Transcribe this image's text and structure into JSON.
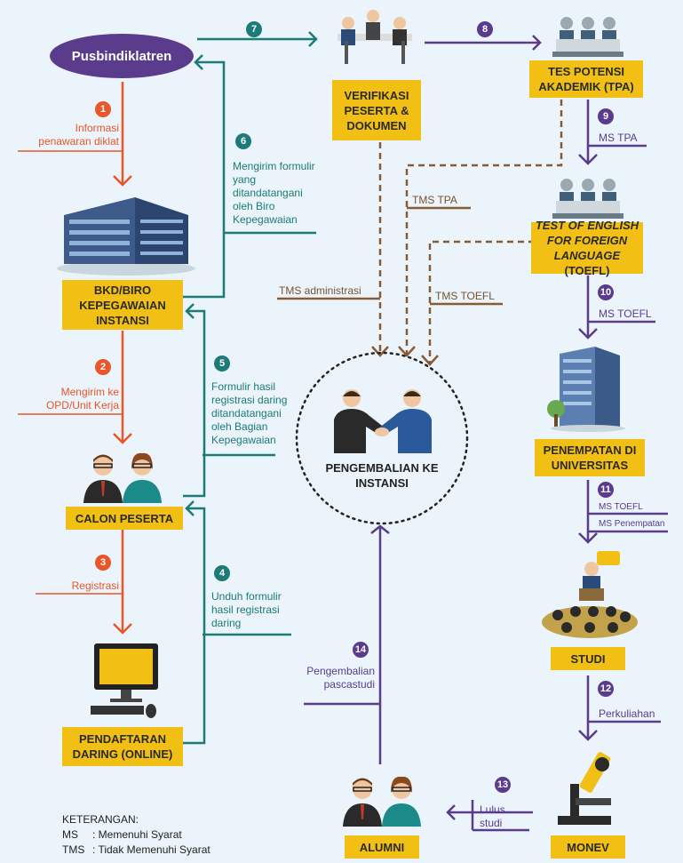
{
  "origin": "Pusbindiklatren",
  "boxes": {
    "bkd": "BKD/BIRO KEPEGAWAIAN INSTANSI",
    "calon": "CALON PESERTA",
    "daring": "PENDAFTARAN DARING (ONLINE)",
    "verif": "VERIFIKASI PESERTA & DOKUMEN",
    "tpa": "TES POTENSI AKADEMIK (TPA)",
    "toefl_italic": "TEST OF ENGLISH FOR FOREIGN LANGUAGE",
    "toefl_suffix": "(TOEFL)",
    "penempatan": "PENEMPATAN DI UNIVERSITAS",
    "studi": "STUDI",
    "monev": "MONEV",
    "alumni": "ALUMNI",
    "center": "PENGEMBALIAN KE INSTANSI"
  },
  "steps": [
    {
      "n": "1",
      "text": "Informasi penawaran diklat"
    },
    {
      "n": "2",
      "text": "Mengirim ke OPD/Unit Kerja"
    },
    {
      "n": "3",
      "text": "Registrasi"
    },
    {
      "n": "4",
      "text": "Unduh formulir hasil registrasi daring"
    },
    {
      "n": "5",
      "text": "Formulir hasil registrasi daring ditandatangani oleh Bagian Kepegawaian"
    },
    {
      "n": "6",
      "text": "Mengirim formulir yang ditandatangani oleh Biro Kepegawaian"
    },
    {
      "n": "7",
      "text": ""
    },
    {
      "n": "8",
      "text": ""
    },
    {
      "n": "9",
      "text": "MS TPA"
    },
    {
      "n": "10",
      "text": "MS TOEFL"
    },
    {
      "n": "11",
      "text": "MS TOEFL",
      "text2": "MS Penempatan"
    },
    {
      "n": "12",
      "text": "Perkuliahan"
    },
    {
      "n": "13",
      "text": "Lulus studi"
    },
    {
      "n": "14",
      "text": "Pengembalian pascastudi"
    }
  ],
  "tms": {
    "admin": "TMS administrasi",
    "tpa": "TMS TPA",
    "toefl": "TMS TOEFL"
  },
  "legend": {
    "title": "KETERANGAN:",
    "ms_key": "MS",
    "ms_val": ":  Memenuhi Syarat",
    "tms_key": "TMS",
    "tms_val": ":  Tidak Memenuhi Syarat"
  },
  "colors": {
    "orange": "#e8562a",
    "teal": "#1c7a78",
    "purple": "#5b3b8c",
    "brown": "#8a5a35",
    "yellow": "#f2c014",
    "origin": "#5b3b8c"
  }
}
